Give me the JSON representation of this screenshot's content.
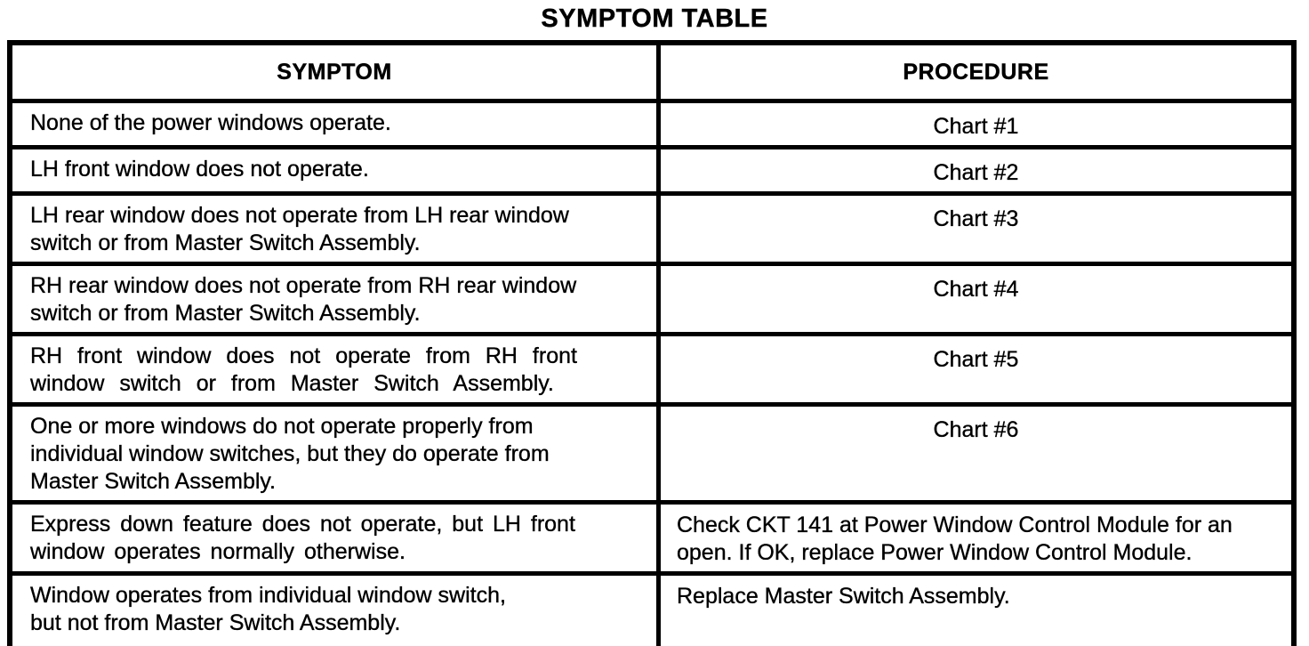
{
  "document": {
    "title": "SYMPTOM TABLE",
    "colors": {
      "text": "#000000",
      "background": "#ffffff",
      "border": "#000000"
    },
    "table": {
      "column_headers": [
        "SYMPTOM",
        "PROCEDURE"
      ],
      "rows": [
        {
          "symptom": "None of the power windows operate.",
          "procedure": "Chart #1"
        },
        {
          "symptom": "LH front window does not operate.",
          "procedure": "Chart #2"
        },
        {
          "symptom": "LH rear window does not operate from LH rear window\nswitch or from Master Switch Assembly.",
          "procedure": "Chart #3"
        },
        {
          "symptom": "RH rear window does not operate from RH rear window\nswitch or from Master Switch Assembly.",
          "procedure": "Chart #4"
        },
        {
          "symptom": "RH front window does not operate from RH front\nwindow switch or from Master Switch Assembly.",
          "procedure": "Chart #5"
        },
        {
          "symptom": "One or more windows do not operate properly from\nindividual window switches, but they do operate from\nMaster Switch Assembly.",
          "procedure": "Chart #6"
        },
        {
          "symptom": "Express down feature does not operate, but LH front\nwindow operates normally otherwise.",
          "procedure": "Check CKT 141 at Power Window Control Module for an\nopen. If OK, replace Power Window Control Module."
        },
        {
          "symptom": "Window operates from individual window switch,\nbut not from Master Switch Assembly.",
          "procedure": "Replace Master Switch Assembly."
        }
      ]
    }
  }
}
